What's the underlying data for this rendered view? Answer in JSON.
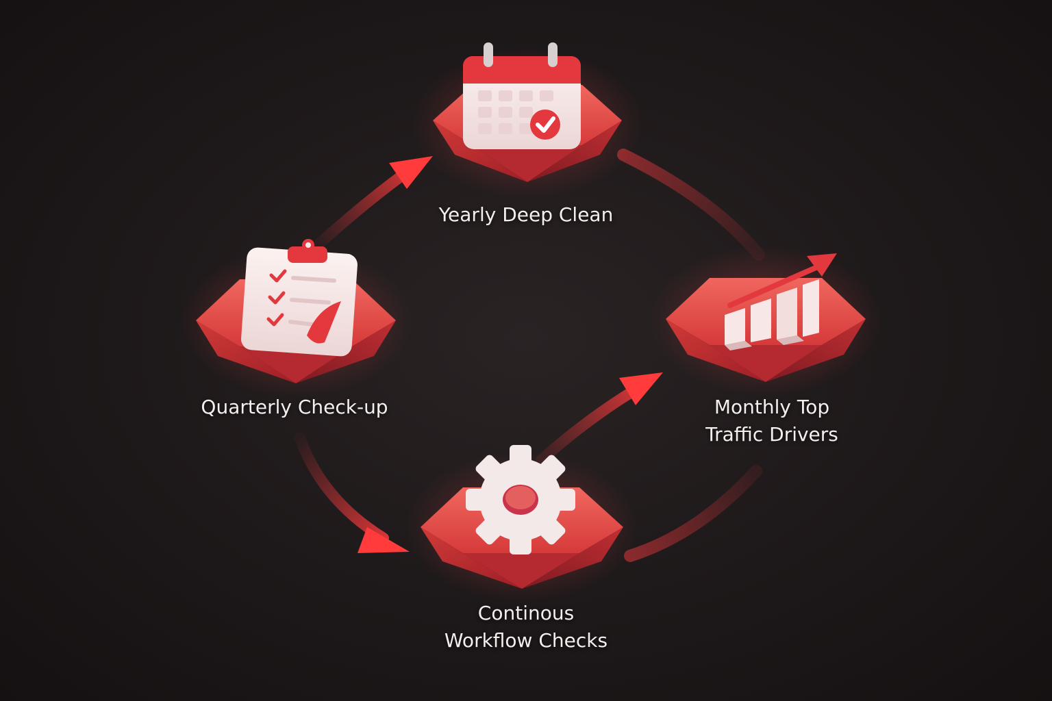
{
  "diagram": {
    "type": "cycle",
    "accent_color": "#e0373c",
    "label_color": "#f4eeee",
    "background_color": "#1d1819",
    "nodes": [
      {
        "id": "yearly",
        "icon": "calendar-check-icon",
        "label_lines": [
          "Yearly Deep Clean"
        ]
      },
      {
        "id": "quarterly",
        "icon": "clipboard-checklist-icon",
        "label_lines": [
          "Quarterly Check-up"
        ]
      },
      {
        "id": "monthly",
        "icon": "bar-chart-growth-icon",
        "label_lines": [
          "Monthly Top",
          "Traffic Drivers"
        ]
      },
      {
        "id": "continuous",
        "icon": "gear-icon",
        "label_lines": [
          "Continous",
          "Workflow Checks"
        ]
      }
    ],
    "edges": [
      {
        "from": "quarterly",
        "to": "yearly"
      },
      {
        "from": "yearly",
        "to": "monthly"
      },
      {
        "from": "continuous",
        "to": "monthly"
      },
      {
        "from": "monthly",
        "to": "continuous"
      },
      {
        "from": "quarterly",
        "to": "continuous"
      }
    ]
  }
}
